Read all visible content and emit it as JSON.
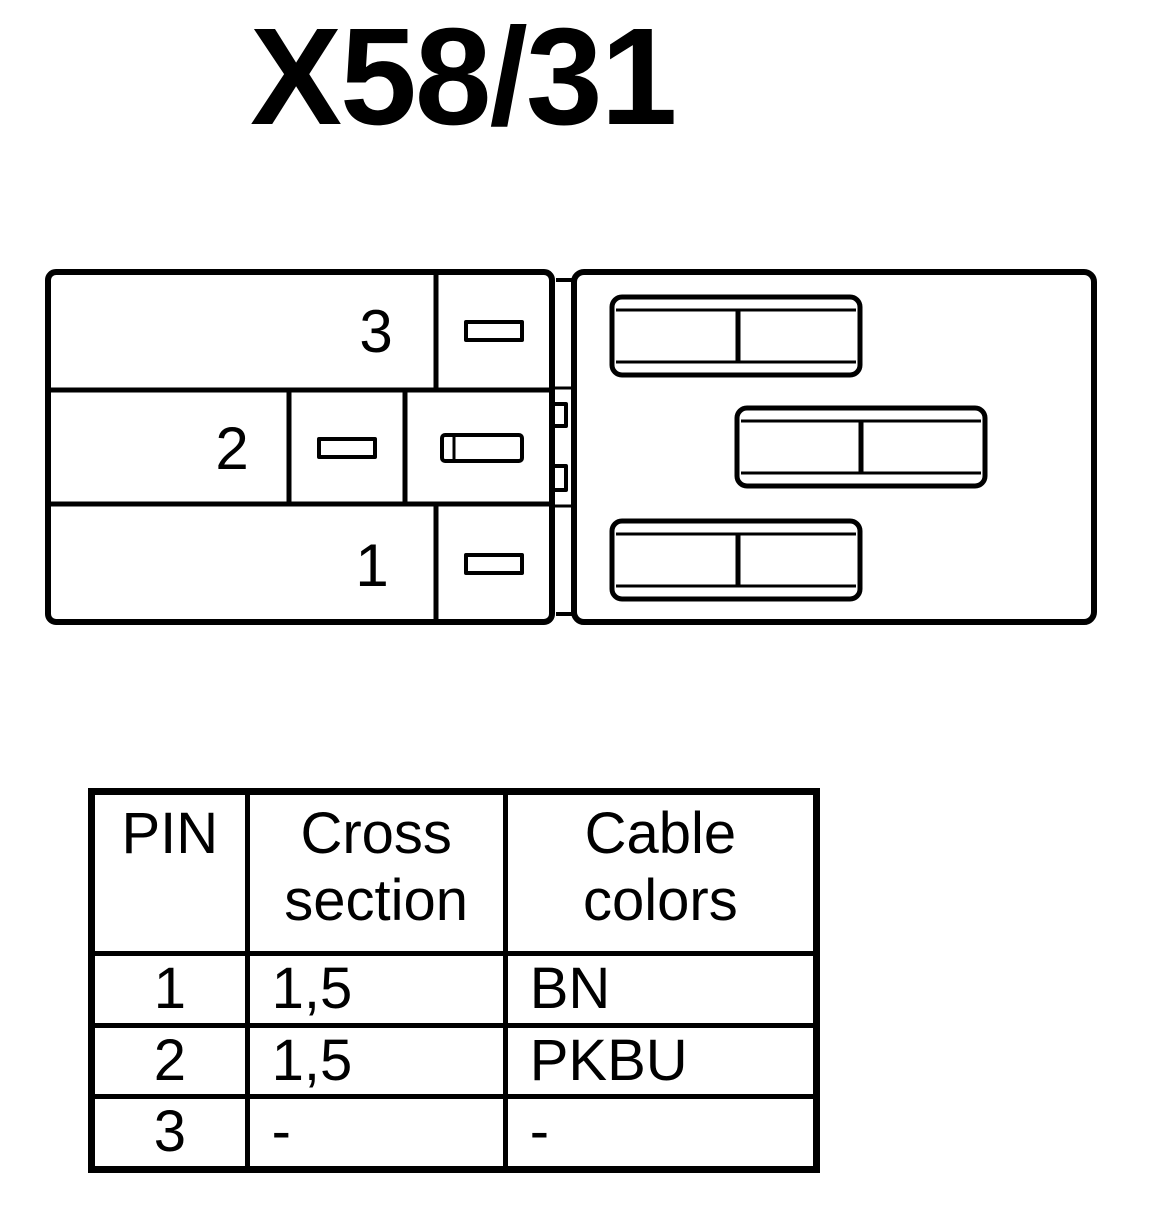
{
  "title": "X58/31",
  "connector": {
    "pin_labels": [
      "3",
      "2",
      "1"
    ]
  },
  "table": {
    "headers": {
      "pin": "PIN",
      "cross_section": [
        "Cross",
        "section"
      ],
      "cable_colors": [
        "Cable",
        "colors"
      ]
    },
    "rows": [
      {
        "pin": "1",
        "cross_section": "1,5",
        "color": "BN"
      },
      {
        "pin": "2",
        "cross_section": "1,5",
        "color": "PKBU"
      },
      {
        "pin": "3",
        "cross_section": "-",
        "color": "-"
      }
    ]
  }
}
